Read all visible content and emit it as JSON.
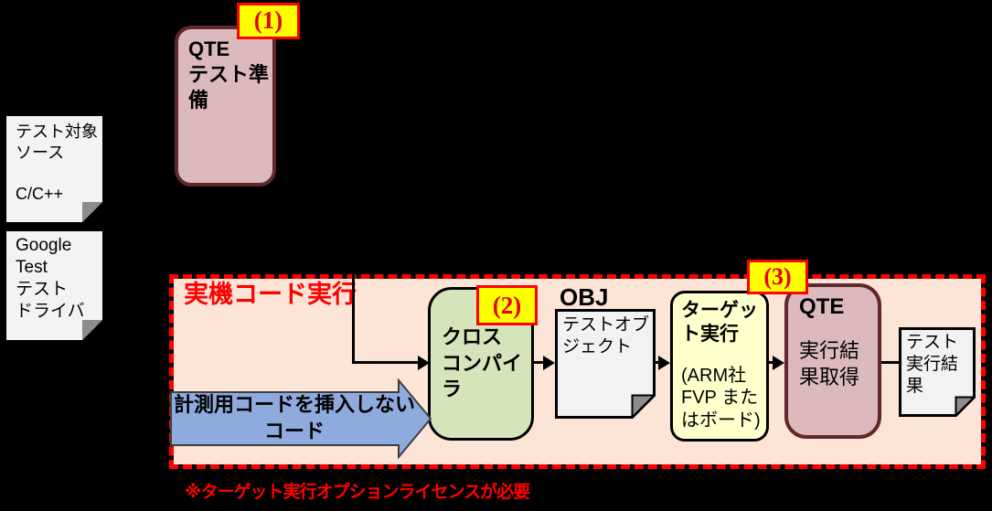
{
  "colors": {
    "background": "#000000",
    "container_fill": "#fce4d6",
    "container_border": "#ff0000",
    "process_fill": "#dcb9bd",
    "process_border": "#5f282c",
    "compiler_fill": "#d6e4bc",
    "target_fill": "#ffffcc",
    "document_fill": "#f2f2f2",
    "flow_arrow_fill": "#8faadc",
    "step_label_fill": "#ffff00",
    "step_label_text": "#ff0000",
    "connector": "#000000"
  },
  "step_labels": {
    "s1": "(1)",
    "s2": "(2)",
    "s3": "(3)"
  },
  "obj_caption": "OBJ",
  "boxes": {
    "qte_prep": "QTE\nテスト準\n備",
    "cross_compiler": "クロス\nコンパイ\nラ",
    "target_exec_title": "ターゲッ\nト実行",
    "target_exec_note": "(ARM社\nFVP また\nはボード)",
    "qte_result_title": "QTE",
    "qte_result_note": "実行結\n果取得"
  },
  "documents": {
    "test_source": "テスト対象\nソース\n\nC/C++",
    "google_test": "Google\nTest\nテスト\nドライバ",
    "test_object": "テストオブ\nジェクト",
    "test_result": "テスト\n実行結\n果"
  },
  "container": {
    "title": "実機コード実行",
    "footnote": "※ターゲット実行オプションライセンスが必要"
  },
  "flow_arrow": {
    "text": "計測用コードを挿入しない\nコード"
  }
}
